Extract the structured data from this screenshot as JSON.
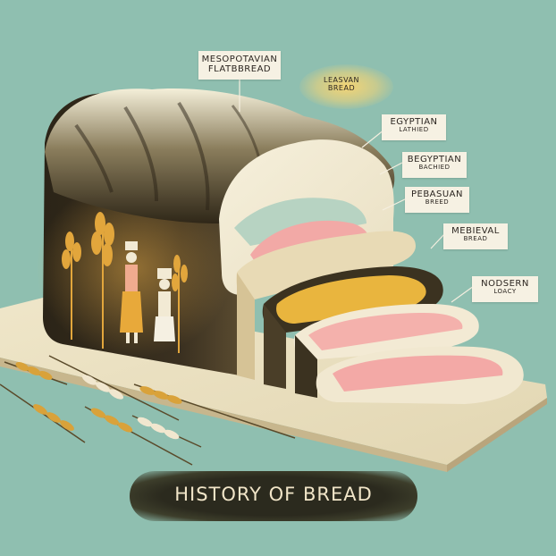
{
  "title": "HISTORY OF BREAD",
  "labels": [
    {
      "id": "mesopotamian",
      "line1": "MESOPOTAVIAN",
      "line2": "FLATBBREAD"
    },
    {
      "id": "leasvan",
      "line1": "LEASVAN",
      "line2": "BREAD"
    },
    {
      "id": "egyptian",
      "line1": "EGYPTIAN",
      "line2": "LATHIED"
    },
    {
      "id": "begyptian",
      "line1": "BEGYPTIAN",
      "line2": "BACHIED"
    },
    {
      "id": "pebasuan",
      "line1": "PEBASUAN",
      "line2": "BREED"
    },
    {
      "id": "medieval",
      "line1": "MEBIEVAL",
      "line2": "BREAD"
    },
    {
      "id": "modern",
      "line1": "NODSERN",
      "line2": "LOACY"
    }
  ],
  "colors": {
    "background": "#8fbfb0",
    "crust": "#3c3222",
    "crumb": "#f3ead4",
    "mustard": "#e6b43c",
    "pink": "#f3a5a3",
    "wheat": "#d9a23a"
  },
  "icons": [
    "wheat-stalk-icon",
    "egyptian-figure-icon"
  ]
}
